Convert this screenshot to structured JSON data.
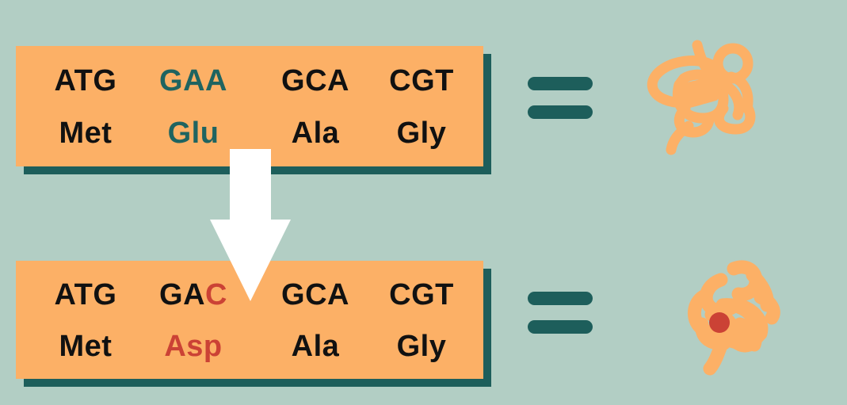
{
  "figure": {
    "title": "Point mutation changes a codon and the resulting protein",
    "background_color": "#b2cec4",
    "panel_color": "#fcb066",
    "panel_shadow_color": "#1d5e5b",
    "highlight_normal_color": "#1f6460",
    "highlight_mutant_color": "#cb4235",
    "protein_color": "#fcb066",
    "mutation_marker_color": "#cb4235",
    "arrow_color": "#ffffff"
  },
  "sequences": [
    {
      "id": "normal",
      "label": "normal-sequence",
      "codons": [
        {
          "text": "ATG",
          "state": "normal"
        },
        {
          "text": "GAA",
          "state": "highlight"
        },
        {
          "text": "GCA",
          "state": "normal"
        },
        {
          "text": "CGT",
          "state": "normal"
        }
      ],
      "amino_acids": [
        {
          "text": "Met",
          "state": "normal"
        },
        {
          "text": "Glu",
          "state": "highlight"
        },
        {
          "text": "Ala",
          "state": "normal"
        },
        {
          "text": "Gly",
          "state": "normal"
        }
      ]
    },
    {
      "id": "mutant",
      "label": "mutant-sequence",
      "codons": [
        {
          "text": "GA",
          "mutated_text": "C",
          "state": "normal",
          "prefix": "ATG"
        },
        {
          "text": "GCA",
          "state": "normal"
        },
        {
          "text": "CGT",
          "state": "normal"
        }
      ],
      "codon_display": {
        "c0": "ATG",
        "c1_normal": "GA",
        "c1_mutated": "C",
        "c2": "GCA",
        "c3": "CGT"
      },
      "amino_acids": [
        {
          "text": "Met",
          "state": "normal"
        },
        {
          "text": "Asp",
          "state": "mutated"
        },
        {
          "text": "Ala",
          "state": "normal"
        },
        {
          "text": "Gly",
          "state": "normal"
        }
      ]
    }
  ],
  "equals": {
    "top_symbol": "=",
    "bottom_symbol": "="
  },
  "proteins": [
    {
      "id": "normal-protein",
      "name": "normal-folded-protein",
      "has_mutation_marker": false
    },
    {
      "id": "mutant-protein",
      "name": "misfolded-protein",
      "has_mutation_marker": true
    }
  ],
  "arrow": {
    "name": "mutation-arrow",
    "direction": "down"
  }
}
